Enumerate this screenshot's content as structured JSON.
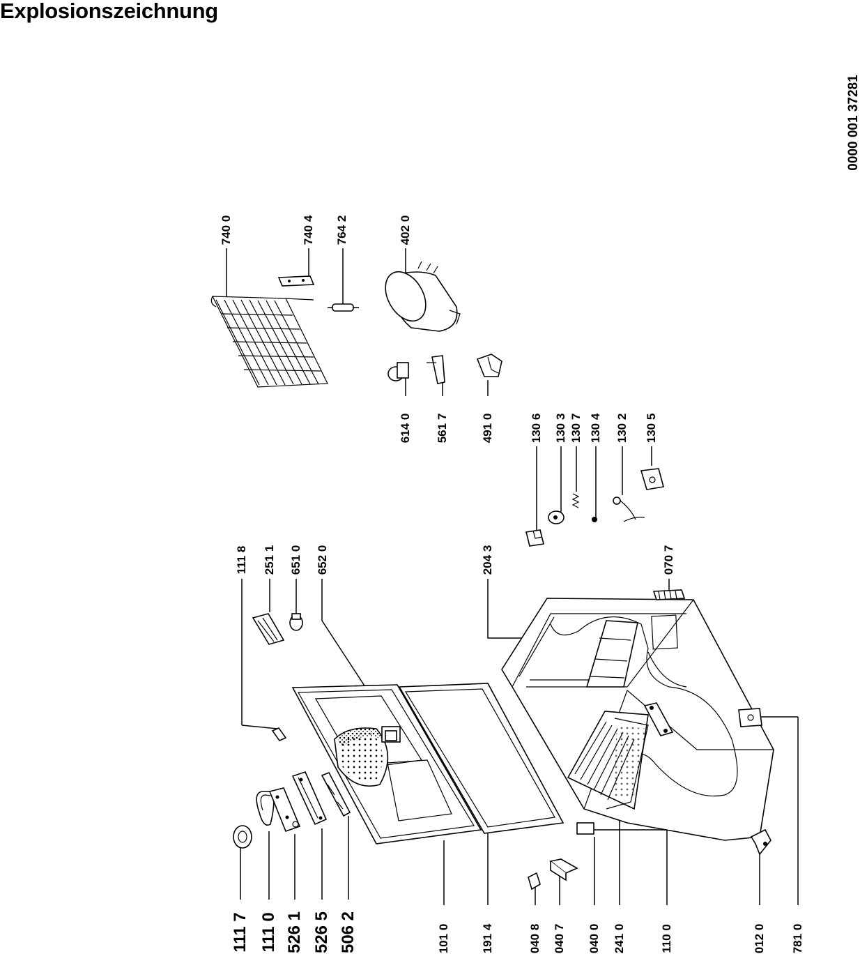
{
  "header": {
    "title": "Explosionszeichnung",
    "document_number": "0000 001 37281"
  },
  "parts": {
    "p1117": "111 7",
    "p1110": "111 0",
    "p5261": "526 1",
    "p5265": "526 5",
    "p5062": "506 2",
    "p1010": "101 0",
    "p1914": "191 4",
    "p0408": "040 8",
    "p0407": "040 7",
    "p0400": "040 0",
    "p2410": "241 0",
    "p1100": "110 0",
    "p0120": "012 0",
    "p7810": "781 0",
    "p1118": "111 8",
    "p2511": "251 1",
    "p6510": "651 0",
    "p6520": "652 0",
    "p2043": "204 3",
    "p0707": "070 7",
    "p1306": "130 6",
    "p1303": "130 3",
    "p1307": "130 7",
    "p1304": "130 4",
    "p1302": "130 2",
    "p1305": "130 5",
    "p6140": "614 0",
    "p5617": "561 7",
    "p4910": "491 0",
    "p7400": "740 0",
    "p7404": "740 4",
    "p7642": "764 2",
    "p4020": "402 0"
  }
}
